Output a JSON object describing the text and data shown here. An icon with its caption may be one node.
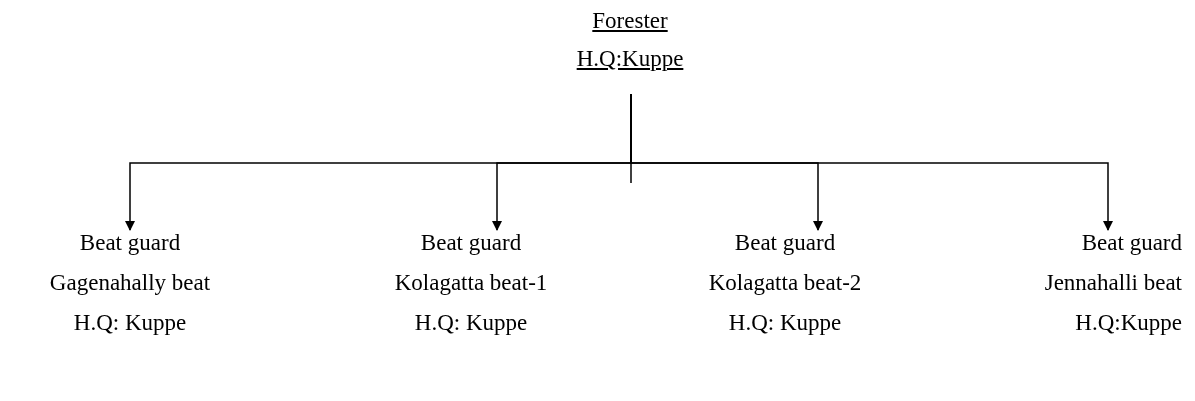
{
  "diagram": {
    "nodes": [
      {
        "text": [
          "Forester",
          "H.Q:Kuppe"
        ]
      },
      {
        "text": [
          "Beat guard",
          "Gagenahally beat",
          "H.Q: Kuppe"
        ]
      },
      {
        "text": [
          "Beat guard",
          "Kolagatta beat-1",
          "H.Q: Kuppe"
        ]
      },
      {
        "text": [
          "Beat guard",
          "Kolagatta beat-2",
          "H.Q: Kuppe"
        ]
      },
      {
        "text": [
          "Beat guard",
          "Jennahalli beat",
          "H.Q:Kuppe"
        ]
      }
    ],
    "edges": [
      {
        "from": 0,
        "to": 1,
        "arrow": "to"
      },
      {
        "from": 0,
        "to": 2,
        "arrow": "to"
      },
      {
        "from": 0,
        "to": 3,
        "arrow": "to"
      },
      {
        "from": 0,
        "to": 4,
        "arrow": "to"
      }
    ]
  }
}
